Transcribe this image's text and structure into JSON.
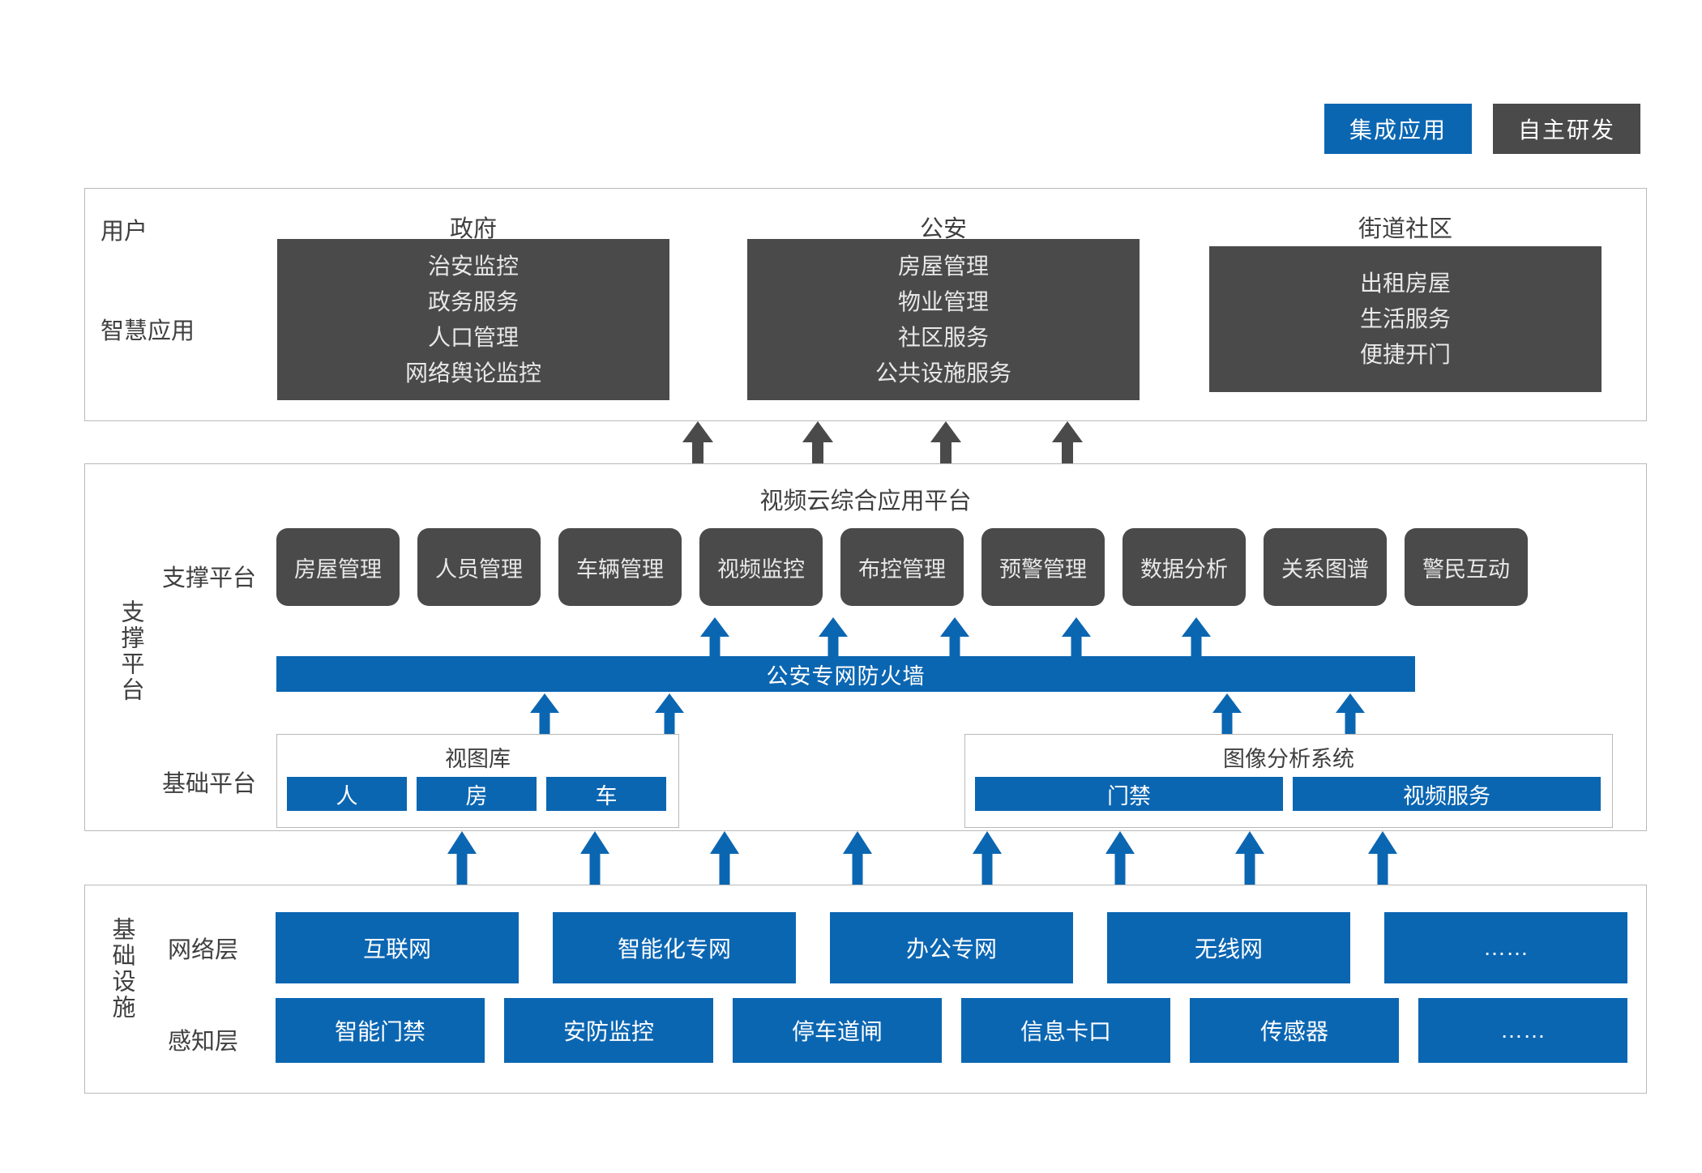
{
  "legend": {
    "integrated": "集成应用",
    "self_developed": "自主研发",
    "colors": {
      "integrated": "#0b66b2",
      "self_developed": "#4a4a4a"
    }
  },
  "applications": {
    "row_labels": {
      "user": "用户",
      "smart_app": "智慧应用"
    },
    "columns": [
      {
        "title": "政府",
        "items": [
          "治安监控",
          "政务服务",
          "人口管理",
          "网络舆论监控"
        ]
      },
      {
        "title": "公安",
        "items": [
          "房屋管理",
          "物业管理",
          "社区服务",
          "公共设施服务"
        ]
      },
      {
        "title": "街道社区",
        "items": [
          "出租房屋",
          "生活服务",
          "便捷开门"
        ]
      }
    ]
  },
  "platform": {
    "title": "视频云综合应用平台",
    "vertical_label": "支撑平台",
    "support_label": "支撑平台",
    "base_label": "基础平台",
    "support_items": [
      "房屋管理",
      "人员管理",
      "车辆管理",
      "视频监控",
      "布控管理",
      "预警管理",
      "数据分析",
      "关系图谱",
      "警民互动"
    ],
    "firewall": "公安专网防火墙",
    "view_library": {
      "title": "视图库",
      "items": [
        "人",
        "房",
        "车"
      ]
    },
    "image_system": {
      "title": "图像分析系统",
      "items": [
        "门禁",
        "视频服务"
      ]
    }
  },
  "infrastructure": {
    "vertical_label": "基础设施",
    "network_layer_label": "网络层",
    "sense_layer_label": "感知层",
    "network_items": [
      "互联网",
      "智能化专网",
      "办公专网",
      "无线网",
      "……"
    ],
    "sense_items": [
      "智能门禁",
      "安防监控",
      "停车道闸",
      "信息卡口",
      "传感器",
      "……"
    ]
  }
}
